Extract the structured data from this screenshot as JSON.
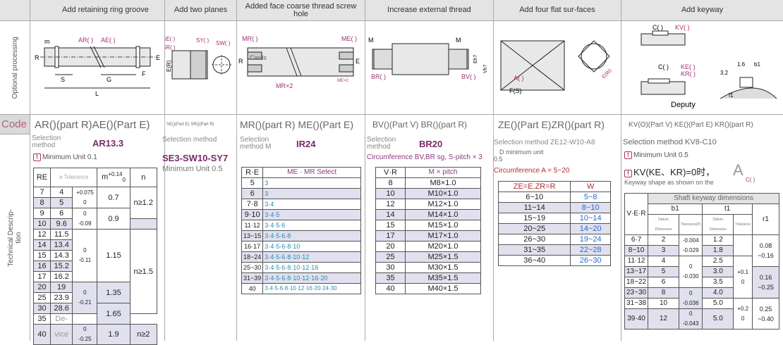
{
  "side": {
    "top_label": "Optional processing",
    "bottom_label": "Technical Descrip-\ntion",
    "code_label": "Code"
  },
  "headers": [
    "Add retaining ring groove",
    "Add two planes",
    "Added face coarse thread screw hole",
    "Increase external thread",
    "Add four flat sur-faces",
    "Add keyway"
  ],
  "codes": [
    "AR()(part R)AE()(Part E)",
    "SE()(Part E) SR()(Part R)",
    "MR()(part R) ME()(Part E)",
    "BV()(Part V) BR()(part R)",
    "ZE()(Part E)ZR()(part R)",
    "KV(O)(Part V) KE()(Part E) KR()(part R)"
  ],
  "illus": {
    "c1": {
      "m": "m",
      "ar": "AR( )",
      "ae": "AE( )",
      "r": "R",
      "e": "E",
      "s": "S",
      "g": "G",
      "f": "F",
      "l": "L"
    },
    "c2": {
      "se": "SE( )",
      "sr": "SR( )",
      "sy": "SY( )",
      "sw": "SW( )",
      "er": "E(R)"
    },
    "c3": {
      "mr": "MR( )",
      "me": "ME( )",
      "r": "R",
      "e": "E",
      "cards": "Cards",
      "mr2": "MR×2",
      "me2": "ME×2"
    },
    "c4": {
      "m1": "M",
      "m2": "M",
      "br": "BR( )",
      "bv": "BV( )",
      "eh7": "Eh7",
      "vh7": "Vh7"
    },
    "c5": {
      "a": "A( )",
      "fs": "F(S)",
      "ew": "E(W)"
    },
    "c6": {
      "c1": "C( )",
      "kv": "KV( )",
      "c2": "C( )",
      "ke": "KE( )",
      "kr": "KR( )",
      "deputy": "Deputy",
      "v32": "3.2",
      "v16": "1.6",
      "b1": "b1",
      "f1": "f1"
    }
  },
  "c1": {
    "selection_method": "Selection method",
    "value": "AR13.3",
    "min_unit": "Minimum Unit 0.1",
    "headers": [
      "RE",
      "e Tolerance",
      "m",
      "n"
    ],
    "m_tol": "+0.14",
    "m_tol2": "0",
    "rows": [
      [
        "7",
        "4"
      ],
      [
        "8",
        "5"
      ],
      [
        "9",
        "6"
      ],
      [
        "10",
        "9.6"
      ],
      [
        "12",
        "11.5"
      ],
      [
        "14",
        "13.4"
      ],
      [
        "15",
        "14.3"
      ],
      [
        "16",
        "15.2"
      ],
      [
        "17",
        "16.2"
      ],
      [
        "20",
        "19"
      ],
      [
        "25",
        "23.9"
      ],
      [
        "30",
        "28.6"
      ],
      [
        "35",
        "De-"
      ],
      [
        "40",
        "vice"
      ]
    ],
    "tol1": "+0.075",
    "tol1b": "0",
    "tol2": "0",
    "tol2b": "-0.09",
    "tol3": "0",
    "tol3b": "-0.11",
    "tol4": "0",
    "tol4b": "-0.21",
    "tol5": "0",
    "tol5b": "-0.25",
    "m_vals": [
      "0.7",
      "0.9",
      "1.15",
      "1.35",
      "1.65",
      "1.9"
    ],
    "n_vals": [
      "n≥1.2",
      "n≥1.5",
      "n≥2"
    ]
  },
  "c2": {
    "selection_method": "Selection method",
    "value": "SE3-SW10-SY7",
    "min_unit": "Minimum Unit 0.5"
  },
  "c3": {
    "selection_method": "Selection method M",
    "value": "IR24",
    "headers": [
      "R·E",
      "ME · MR Select"
    ],
    "rows": [
      [
        "5",
        "3"
      ],
      [
        "6",
        "3"
      ],
      [
        "7·8",
        "3·4"
      ],
      [
        "9·10",
        "3·4·5"
      ],
      [
        "11·12",
        "3·4·5·6"
      ],
      [
        "13~15",
        "3·4·5·6·8"
      ],
      [
        "16·17",
        "3·4·5·6·8·10"
      ],
      [
        "18~24",
        "3·4·5·6·8·10·12"
      ],
      [
        "25~30",
        "3·4·5·6·8·10·12·16"
      ],
      [
        "31~39",
        "3·4·5·6·8·10·12·16·20"
      ],
      [
        "40",
        "3·4·5·6·8·10·12·16·20·24·30"
      ]
    ]
  },
  "c4": {
    "selection_method": "Selection method",
    "value": "BR20",
    "note": "Circumference BV,BR sg, S-pitch × 3",
    "headers": [
      "V·R",
      "M × pitch"
    ],
    "rows": [
      [
        "8",
        "M8×1.0"
      ],
      [
        "10",
        "M10×1.0"
      ],
      [
        "12",
        "M12×1.0"
      ],
      [
        "14",
        "M14×1.0"
      ],
      [
        "15",
        "M15×1.0"
      ],
      [
        "17",
        "M17×1.0"
      ],
      [
        "20",
        "M20×1.0"
      ],
      [
        "25",
        "M25×1.5"
      ],
      [
        "30",
        "M30×1.5"
      ],
      [
        "35",
        "M35×1.5"
      ],
      [
        "40",
        "M40×1.5"
      ]
    ]
  },
  "c5": {
    "selection_method": "Selection method ZE12-W10-A8",
    "d_min": "D minimum unit",
    "d_min_val": "0.5",
    "note": "Circumference A = 5~20",
    "headers": [
      "ZE=E,ZR=R",
      "W"
    ],
    "rows": [
      [
        "6~10",
        "5~8"
      ],
      [
        "11~14",
        "8~10"
      ],
      [
        "15~19",
        "10~14"
      ],
      [
        "20~25",
        "14~20"
      ],
      [
        "26~30",
        "19~24"
      ],
      [
        "31~35",
        "22~28"
      ],
      [
        "36~40",
        "26~30"
      ]
    ]
  },
  "c6": {
    "selection_method": "Selection method KV8-C10",
    "min_unit": "Minimum Unit 0.5",
    "kv_note": "KV(KE、KR)=0时，",
    "big_a": "A",
    "shape_note": "Keyway shape as shown on the",
    "c_label": "C( )",
    "shaft_hdr": "Shaft keyway dimensions",
    "headers": [
      "V·E·R",
      "b1",
      "t1",
      "r1"
    ],
    "sub": [
      "Datum Dimension",
      "Tolerance(P)",
      "Datum Dimension",
      "Tolerance"
    ],
    "rows": [
      [
        "6·7",
        "2",
        "1.2"
      ],
      [
        "8~10",
        "3",
        "1.8"
      ],
      [
        "11·12",
        "4",
        "2.5"
      ],
      [
        "13~17",
        "5",
        "3.0"
      ],
      [
        "18~22",
        "6",
        "3.5"
      ],
      [
        "23~30",
        "8",
        "4.0"
      ],
      [
        "31~38",
        "10",
        "5.0"
      ],
      [
        "39·40",
        "12",
        "5.0"
      ]
    ],
    "b_tol": [
      [
        "-0.004",
        "-0.029"
      ],
      [
        "0",
        "-0.030"
      ],
      [
        "0",
        "-0.036"
      ],
      [
        "0",
        "-0.043"
      ]
    ],
    "t_tol": [
      [
        "+0.1",
        "0"
      ],
      [
        "+0.2",
        "0"
      ]
    ],
    "r_vals": [
      [
        "0.08",
        "~0.16"
      ],
      [
        "0.16",
        "~0.25"
      ],
      [
        "0.25",
        "~0.40"
      ]
    ]
  }
}
